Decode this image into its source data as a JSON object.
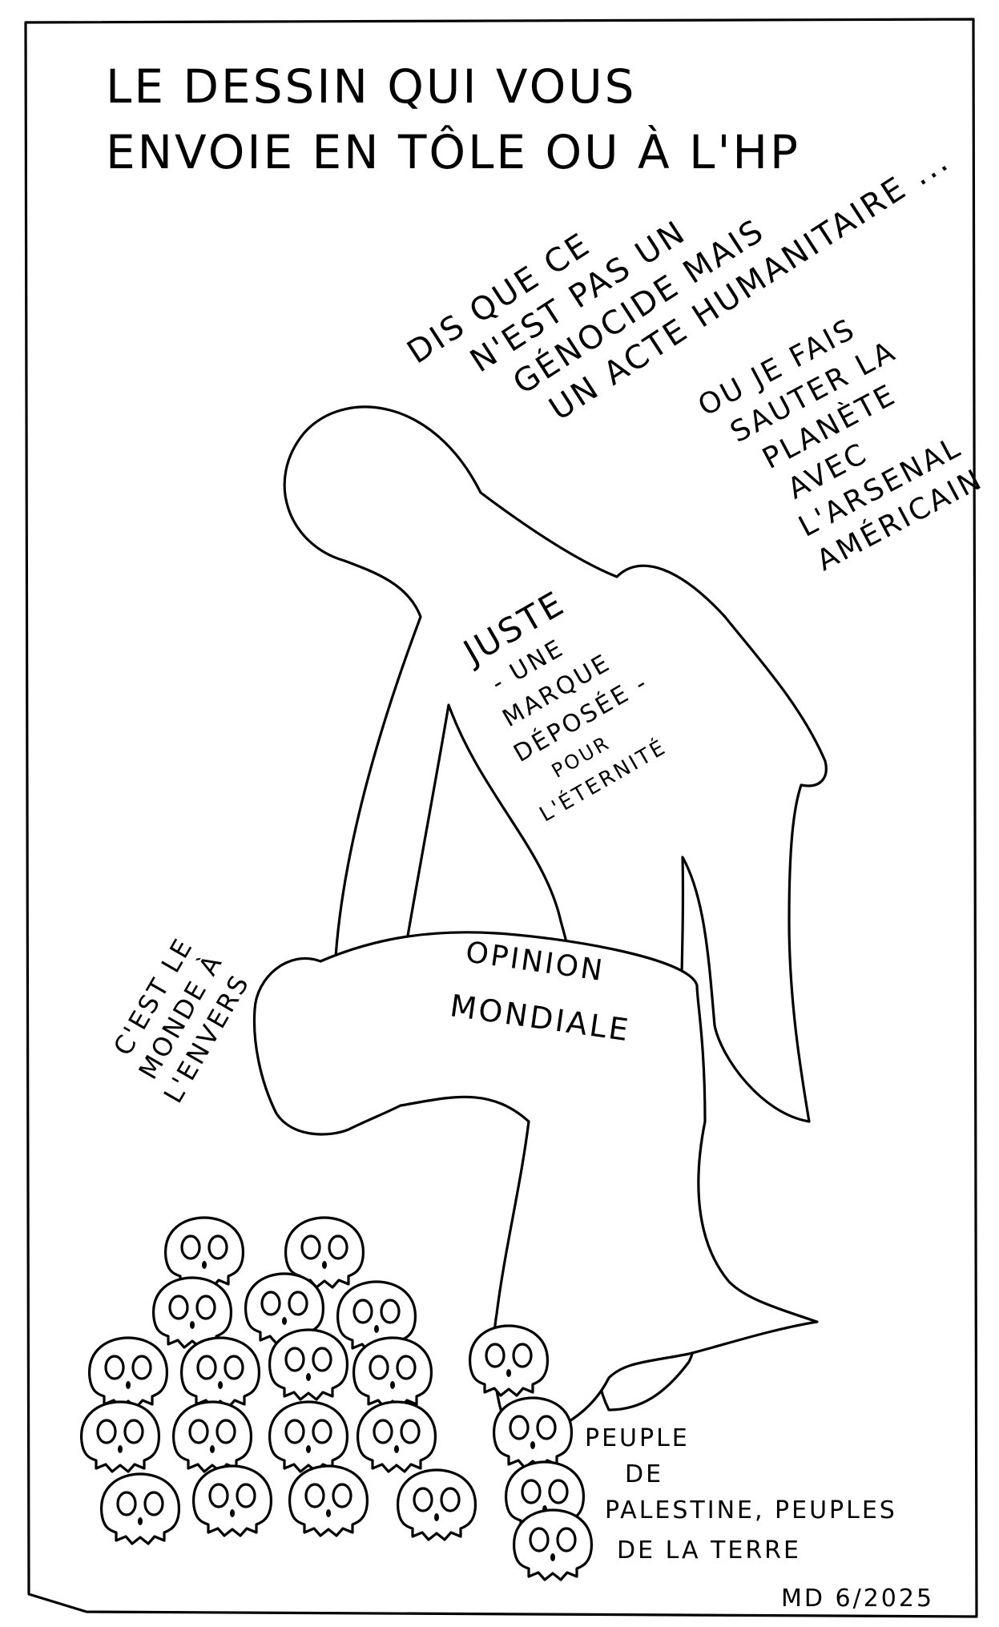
{
  "title": {
    "line1": "LE DESSIN QUI VOUS",
    "line2": "ENVOIE EN TÔLE OU À L'HP"
  },
  "threat_speech": [
    "DIS QUE CE",
    "N'EST PAS UN",
    "GÉNOCIDE MAIS",
    "UN ACTE HUMANITAIRE ..."
  ],
  "threat_speech_2": [
    "OU JE FAIS",
    "SAUTER LA",
    "PLANÈTE",
    "AVEC",
    "L'ARSENAL",
    "AMÉRICAIN"
  ],
  "torso_text": [
    "JUSTE",
    "- UNE",
    "MARQUE",
    "DÉPOSÉE -",
    "POUR",
    "L'ÉTERNITÉ"
  ],
  "kneeling_label": [
    "OPINION",
    "MONDIALE"
  ],
  "side_note": [
    "C'EST LE",
    "MONDE À",
    "L'ENVERS"
  ],
  "people_label": [
    "PEUPLE",
    "DE",
    "PALESTINE, PEUPLES",
    "DE LA TERRE"
  ],
  "signature": "MD 6/2025",
  "skull_count": 21
}
